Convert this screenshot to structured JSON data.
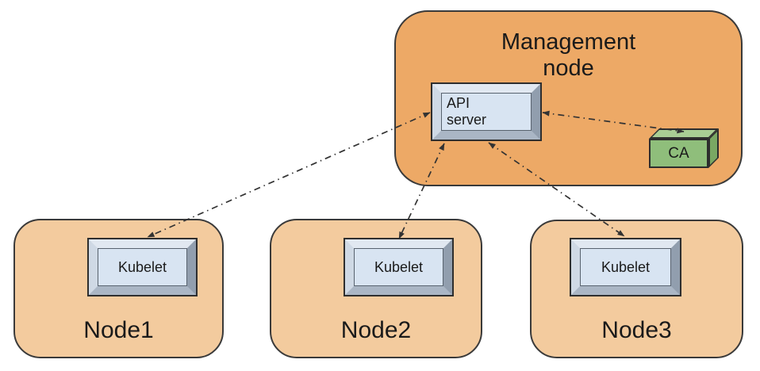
{
  "diagram": {
    "management_node": {
      "title": "Management node",
      "api_server": {
        "line1": "API",
        "line2": "server"
      },
      "ca": {
        "label": "CA"
      }
    },
    "nodes": [
      {
        "label": "Node1",
        "component_label": "Kubelet"
      },
      {
        "label": "Node2",
        "component_label": "Kubelet"
      },
      {
        "label": "Node3",
        "component_label": "Kubelet"
      }
    ],
    "connections": [
      {
        "from": "API server",
        "to": "Kubelet (Node1)",
        "line_style": "dash-dot",
        "bidirectional": true
      },
      {
        "from": "API server",
        "to": "Kubelet (Node2)",
        "line_style": "dash-dot",
        "bidirectional": true
      },
      {
        "from": "API server",
        "to": "Kubelet (Node3)",
        "line_style": "dash-dot",
        "bidirectional": true
      },
      {
        "from": "API server",
        "to": "CA",
        "line_style": "dash-dot",
        "bidirectional": true
      }
    ],
    "colors": {
      "management_node_fill": "#EDA966",
      "worker_node_fill": "#F3CB9E",
      "box_border": "#3A3A3A",
      "component_face": "#D8E4F2",
      "component_bevel_light": "#E1E8F1",
      "component_bevel_dark": "#919EAE",
      "ca_front": "#8FBE7B",
      "ca_top": "#A9CE94",
      "ca_side": "#79A763",
      "arrow": "#333333",
      "text": "#1A1A1A",
      "background": "#FFFFFF"
    }
  }
}
